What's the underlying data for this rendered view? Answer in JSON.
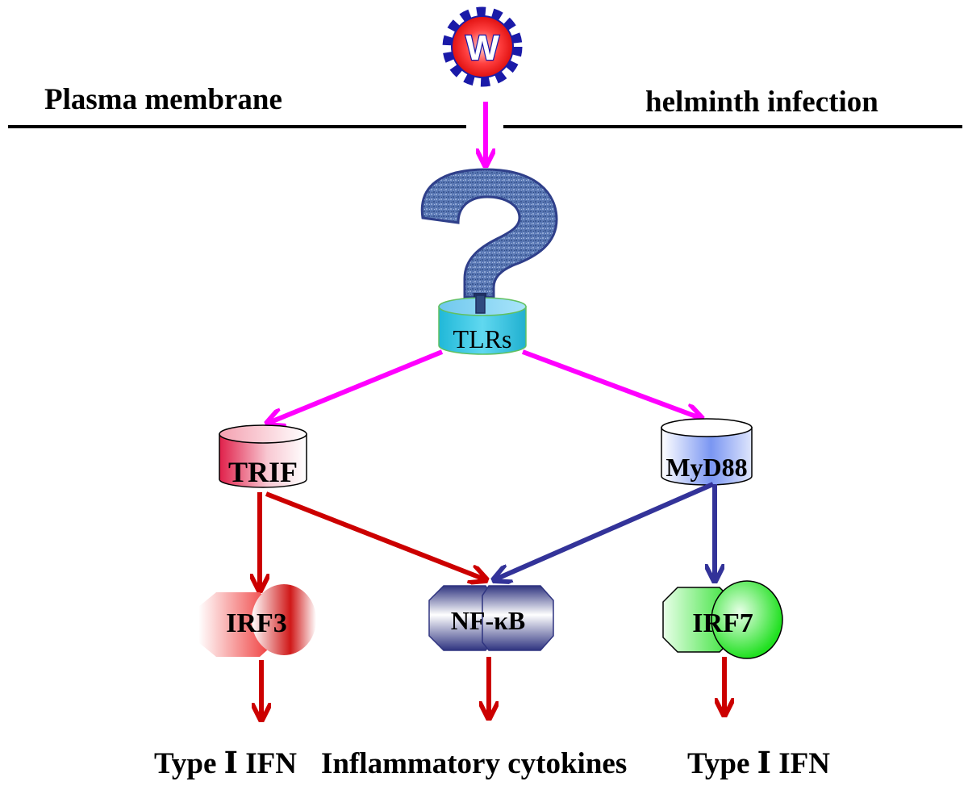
{
  "labels": {
    "membrane": "Plasma membrane",
    "infection": "helminth  infection",
    "pathogen": "W",
    "tlrs": "TLRs",
    "trif": "TRIF",
    "myd88": "MyD88",
    "irf3": "IRF3",
    "nfkb": "NF-κB",
    "irf7": "IRF7",
    "output_left": "Type Ⅰ IFN",
    "output_mid": "Inflammatory cytokines",
    "output_right": "Type Ⅰ IFN"
  },
  "colors": {
    "magenta_arrow": "#ff00ff",
    "red_arrow": "#cc0000",
    "blue_arrow": "#333399",
    "question_fill": "#5a78b4",
    "tlr_fill": "#40c8e0",
    "trif_fill": "#e8506a",
    "myd88_fill": "#6f8df0",
    "irf3_fill": "#cc2020",
    "nfkb_fill": "#3a3f8a",
    "irf7_fill": "#20e020",
    "pathogen_red": "#ff2020",
    "pathogen_blue": "#1a1aa8"
  }
}
